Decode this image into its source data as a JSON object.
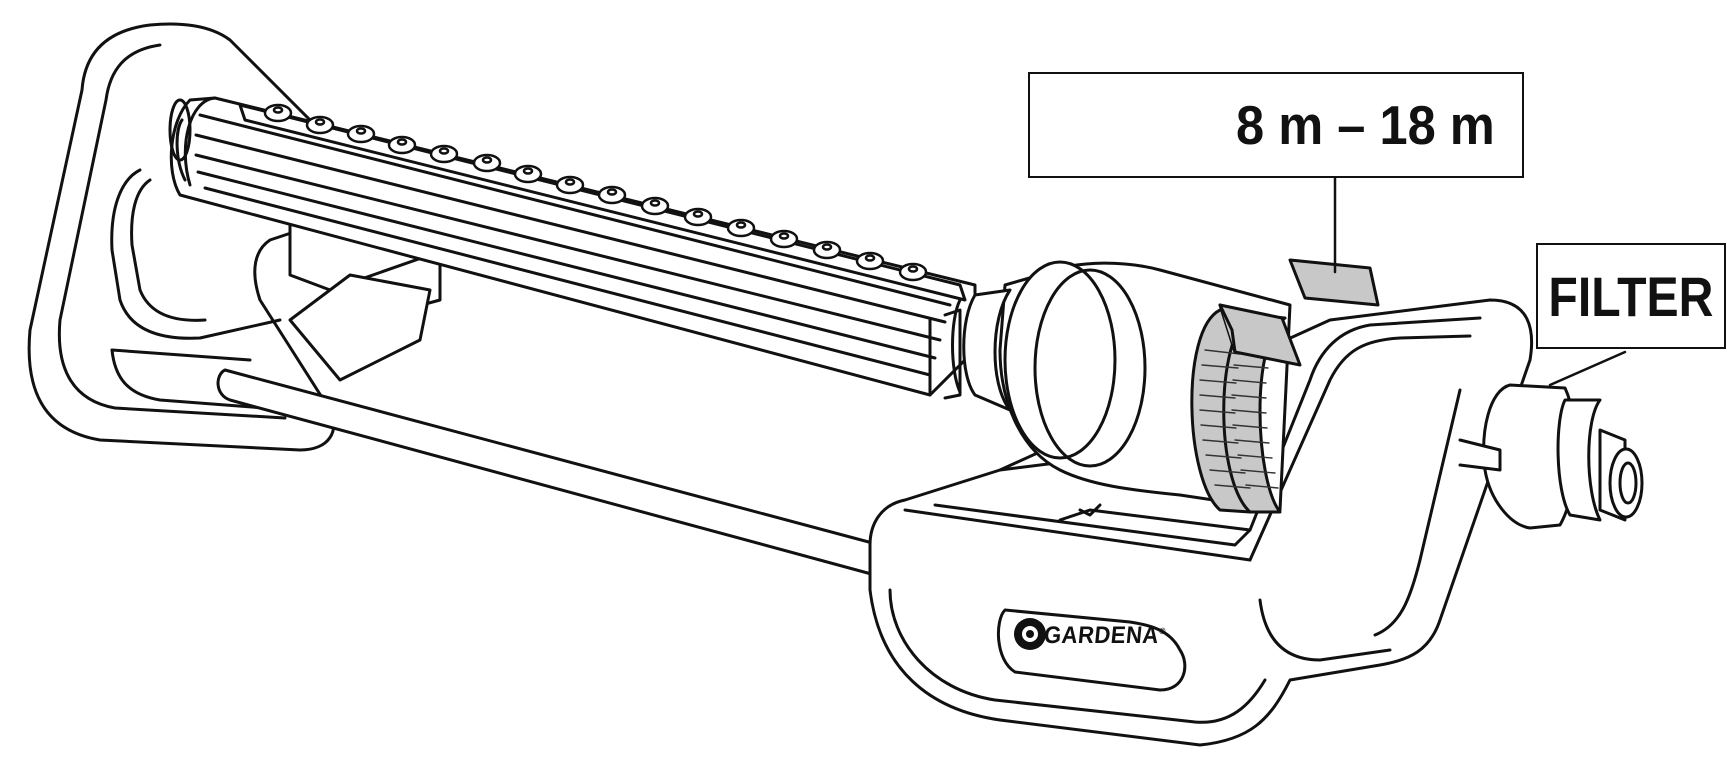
{
  "callouts": {
    "range": {
      "text": "8 m – 18 m",
      "icon": "spray-width-icon"
    },
    "filter": {
      "text": "FILTER"
    }
  },
  "brand": {
    "name": "GARDENA",
    "mark": "®",
    "logo_icon": "gardena-flower-logo-icon"
  },
  "colors": {
    "line": "#111111",
    "shade": "#c8c8c8",
    "background": "#ffffff"
  }
}
